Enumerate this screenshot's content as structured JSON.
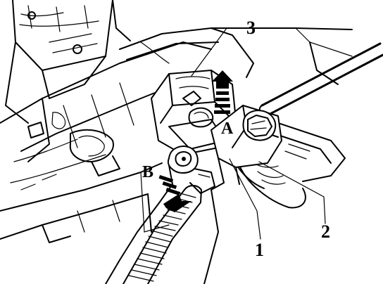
{
  "callouts": {
    "one": "1",
    "two": "2",
    "three": "3"
  },
  "markers": {
    "a": "A",
    "b": "B"
  },
  "arrows": [
    {
      "id": "arrow-a",
      "marker": "A",
      "direction": "up"
    },
    {
      "id": "arrow-b",
      "marker": "B",
      "direction": "down"
    }
  ]
}
